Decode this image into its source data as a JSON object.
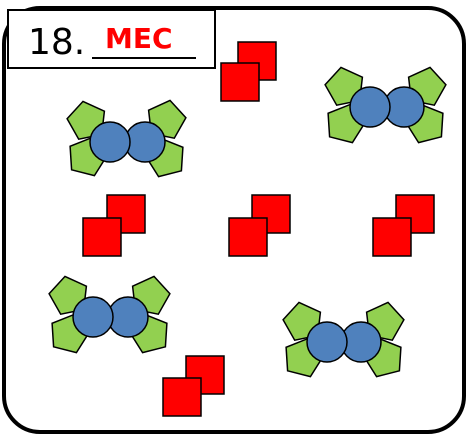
{
  "question": {
    "number": "18.",
    "answer": "MEC",
    "answer_color": "#ff0000"
  },
  "colors": {
    "red_square": "#ff0000",
    "green_pentagon": "#92d050",
    "blue_circle": "#4f81bd",
    "outline": "#000000",
    "background": "#ffffff"
  },
  "shapes": {
    "red_square_pairs": 5,
    "molecules": 4
  }
}
